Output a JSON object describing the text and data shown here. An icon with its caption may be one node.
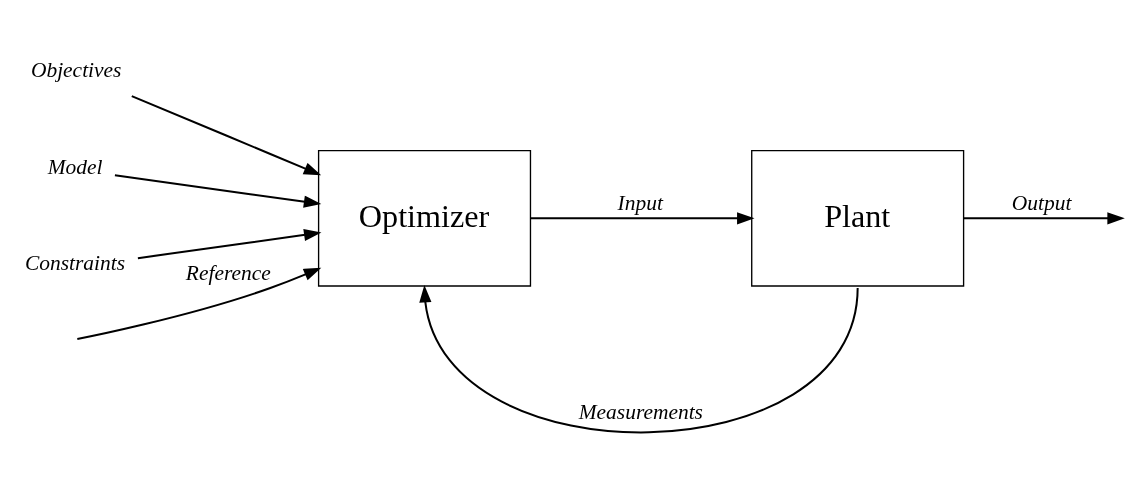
{
  "diagram": {
    "nodes": [
      {
        "text": [
          "Optimizer"
        ]
      },
      {
        "text": [
          "Plant"
        ]
      },
      {
        "text": [
          "Objectives"
        ]
      },
      {
        "text": [
          "Model"
        ]
      },
      {
        "text": [
          "Constraints"
        ]
      }
    ],
    "edges": [
      {
        "from": 2,
        "to": 0,
        "arrow": "to"
      },
      {
        "from": 3,
        "to": 0,
        "arrow": "to"
      },
      {
        "from": 4,
        "to": 0,
        "arrow": "to"
      },
      {
        "from": null,
        "to": 0,
        "arrow": "to",
        "label": "Reference"
      },
      {
        "from": 0,
        "to": 1,
        "arrow": "to",
        "label": "Input"
      },
      {
        "from": 1,
        "to": null,
        "arrow": "to",
        "label": "Output"
      },
      {
        "from": 1,
        "to": 0,
        "arrow": "to",
        "label": "Measurements"
      }
    ]
  }
}
